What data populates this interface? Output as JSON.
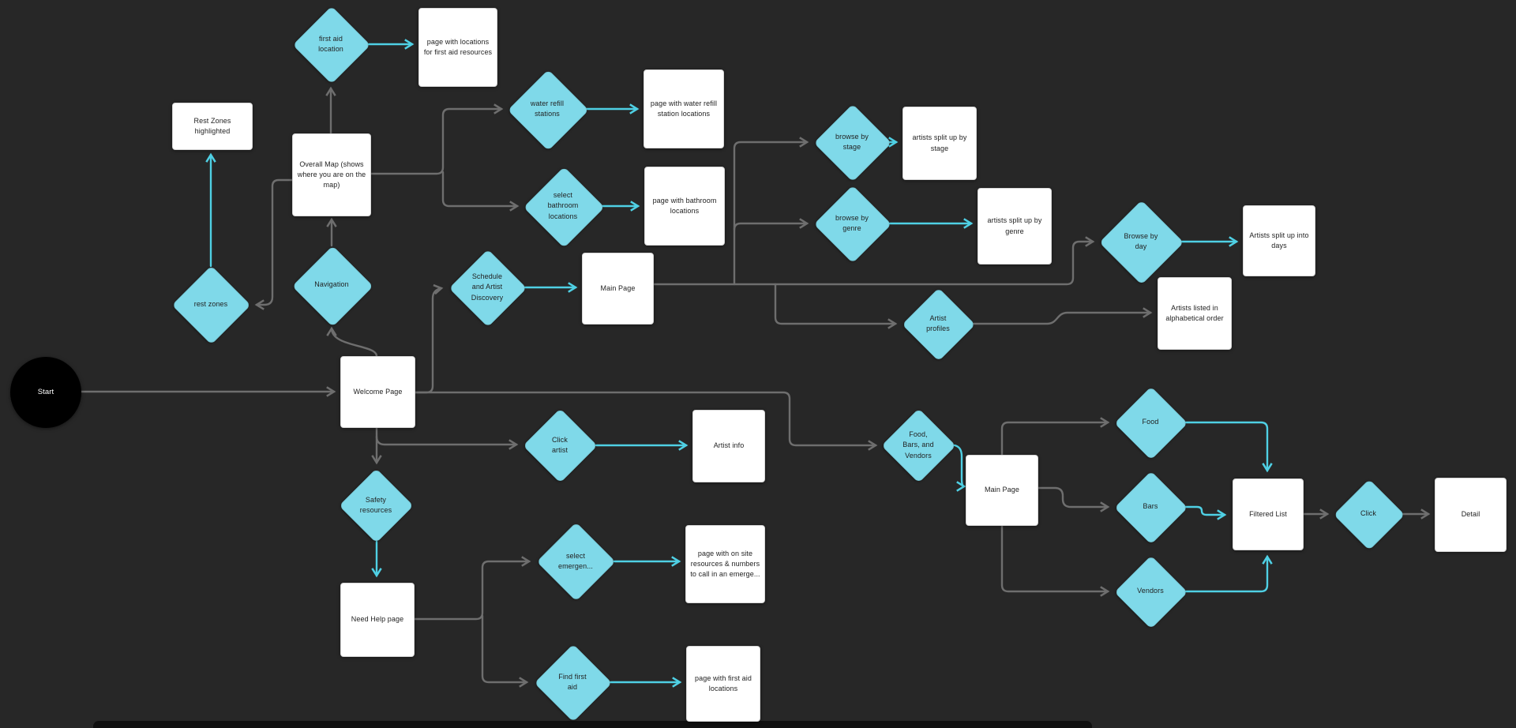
{
  "colors": {
    "canvas": "#272727",
    "shape-cyan": "#7FD9E9",
    "edge-cyan": "#4FD0E4",
    "edge-gray": "#6E6E6E",
    "card-bg": "#FFFFFF",
    "card-border": "#D7D7D7",
    "text-dark": "#222222",
    "start-bg": "#000000",
    "start-text": "#FFFFFF"
  },
  "nodes": {
    "start": "Start",
    "first_aid_location": "first aid\nlocation",
    "page_first_aid_resources": "page with locations\nfor first aid resources",
    "rest_zones_highlighted": "Rest Zones\nhighlighted",
    "overall_map": "Overall Map (shows\nwhere you are on the\nmap)",
    "water_refill": "water refill\nstations",
    "page_water_refill": "page with water refill\nstation locations",
    "select_bathroom": "select\nbathroom\nlocations",
    "page_bathroom": "page with bathroom\nlocations",
    "browse_by_stage": "browse by\nstage",
    "artists_by_stage": "artists split up by\nstage",
    "browse_by_genre": "browse by\ngenre",
    "artists_by_genre": "artists split up by\ngenre",
    "browse_by_day": "Browse by\nday",
    "artists_by_day": "Artists split up into\ndays",
    "artist_profiles": "Artist\nprofiles",
    "artists_alphabetical": "Artists listed in\nalphabetical order",
    "schedule_discovery": "Schedule\nand Artist\nDiscovery",
    "main_page_schedule": "Main Page",
    "rest_zones": "rest zones",
    "navigation": "Navigation",
    "welcome_page": "Welcome Page",
    "click_artist": "Click\nartist",
    "artist_info": "Artist info",
    "food_bars_vendors": "Food,\nBars, and\nVendors",
    "main_page_vendors": "Main Page",
    "food": "Food",
    "bars": "Bars",
    "vendors": "Vendors",
    "filtered_list": "Filtered List",
    "click": "Click",
    "detail": "Detail",
    "safety_resources": "Safety\nresources",
    "need_help_page": "Need Help page",
    "select_emergency": "select\nemergen...",
    "page_emergency": "page with on site\nresources & numbers\nto call in an emerge...",
    "find_first_aid": "Find first\naid",
    "page_first_aid_locations": "page with first aid\nlocations"
  },
  "edges": [
    {
      "from": "start",
      "to": "welcome_page",
      "color": "gray"
    },
    {
      "from": "welcome_page",
      "to": "navigation",
      "color": "gray"
    },
    {
      "from": "navigation",
      "to": "overall_map",
      "color": "gray"
    },
    {
      "from": "overall_map",
      "to": "rest_zones",
      "color": "gray"
    },
    {
      "from": "rest_zones",
      "to": "rest_zones_highlighted",
      "color": "cyan"
    },
    {
      "from": "overall_map",
      "to": "first_aid_location",
      "color": "gray"
    },
    {
      "from": "first_aid_location",
      "to": "page_first_aid_resources",
      "color": "cyan"
    },
    {
      "from": "overall_map",
      "to": "water_refill",
      "color": "gray"
    },
    {
      "from": "overall_map",
      "to": "select_bathroom",
      "color": "gray"
    },
    {
      "from": "water_refill",
      "to": "page_water_refill",
      "color": "cyan"
    },
    {
      "from": "select_bathroom",
      "to": "page_bathroom",
      "color": "cyan"
    },
    {
      "from": "welcome_page",
      "to": "schedule_discovery",
      "color": "gray"
    },
    {
      "from": "schedule_discovery",
      "to": "main_page_schedule",
      "color": "cyan"
    },
    {
      "from": "main_page_schedule",
      "to": "browse_by_stage",
      "color": "gray"
    },
    {
      "from": "main_page_schedule",
      "to": "browse_by_genre",
      "color": "gray"
    },
    {
      "from": "main_page_schedule",
      "to": "browse_by_day",
      "color": "gray"
    },
    {
      "from": "main_page_schedule",
      "to": "artist_profiles",
      "color": "gray"
    },
    {
      "from": "browse_by_stage",
      "to": "artists_by_stage",
      "color": "cyan"
    },
    {
      "from": "browse_by_genre",
      "to": "artists_by_genre",
      "color": "cyan"
    },
    {
      "from": "browse_by_day",
      "to": "artists_by_day",
      "color": "cyan"
    },
    {
      "from": "artist_profiles",
      "to": "artists_alphabetical",
      "color": "gray"
    },
    {
      "from": "welcome_page",
      "to": "food_bars_vendors",
      "color": "gray"
    },
    {
      "from": "welcome_page",
      "to": "click_artist",
      "color": "gray"
    },
    {
      "from": "click_artist",
      "to": "artist_info",
      "color": "cyan"
    },
    {
      "from": "welcome_page",
      "to": "safety_resources",
      "color": "gray"
    },
    {
      "from": "safety_resources",
      "to": "need_help_page",
      "color": "cyan"
    },
    {
      "from": "need_help_page",
      "to": "select_emergency",
      "color": "gray"
    },
    {
      "from": "need_help_page",
      "to": "find_first_aid",
      "color": "gray"
    },
    {
      "from": "select_emergency",
      "to": "page_emergency",
      "color": "cyan"
    },
    {
      "from": "find_first_aid",
      "to": "page_first_aid_locations",
      "color": "cyan"
    },
    {
      "from": "food_bars_vendors",
      "to": "main_page_vendors",
      "color": "cyan"
    },
    {
      "from": "main_page_vendors",
      "to": "food",
      "color": "gray"
    },
    {
      "from": "main_page_vendors",
      "to": "bars",
      "color": "gray"
    },
    {
      "from": "main_page_vendors",
      "to": "vendors",
      "color": "gray"
    },
    {
      "from": "food",
      "to": "filtered_list",
      "color": "cyan"
    },
    {
      "from": "bars",
      "to": "filtered_list",
      "color": "cyan"
    },
    {
      "from": "vendors",
      "to": "filtered_list",
      "color": "cyan"
    },
    {
      "from": "filtered_list",
      "to": "click",
      "color": "gray"
    },
    {
      "from": "click",
      "to": "detail",
      "color": "gray"
    }
  ]
}
